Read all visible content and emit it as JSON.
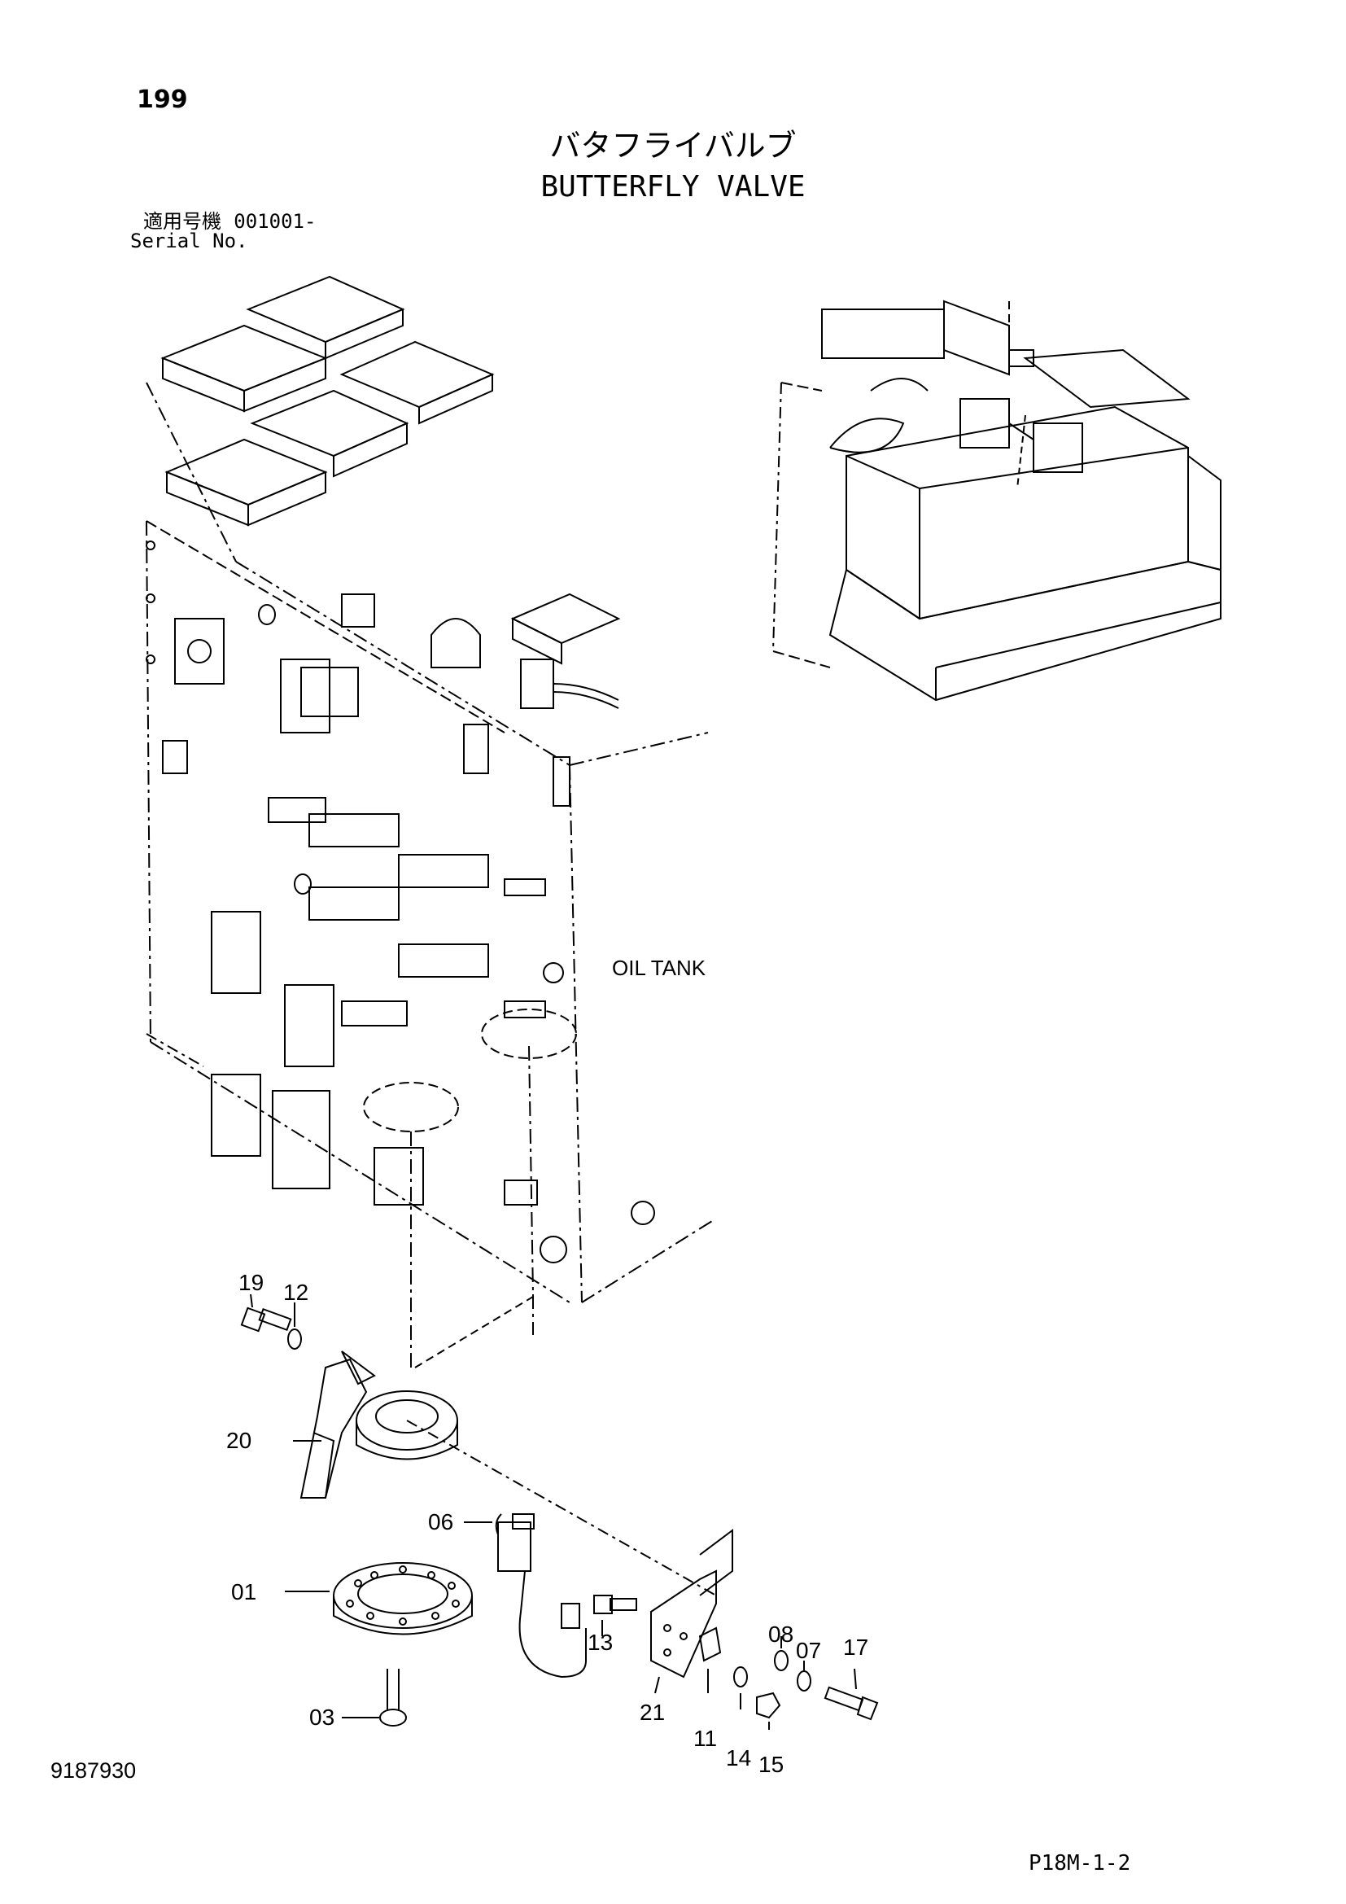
{
  "page_number": "199",
  "title_jp": "バタフライバルブ",
  "title_en": "BUTTERFLY VALVE",
  "serial": {
    "label_jp": "適用号機",
    "range": "001001-",
    "label_en": "Serial No."
  },
  "diagram_label": "OIL TANK",
  "callouts": [
    "19",
    "12",
    "20",
    "06",
    "01",
    "03",
    "13",
    "21",
    "11",
    "14",
    "15",
    "08",
    "07",
    "17"
  ],
  "document_number": "9187930",
  "page_ref": "P18M-1-2"
}
